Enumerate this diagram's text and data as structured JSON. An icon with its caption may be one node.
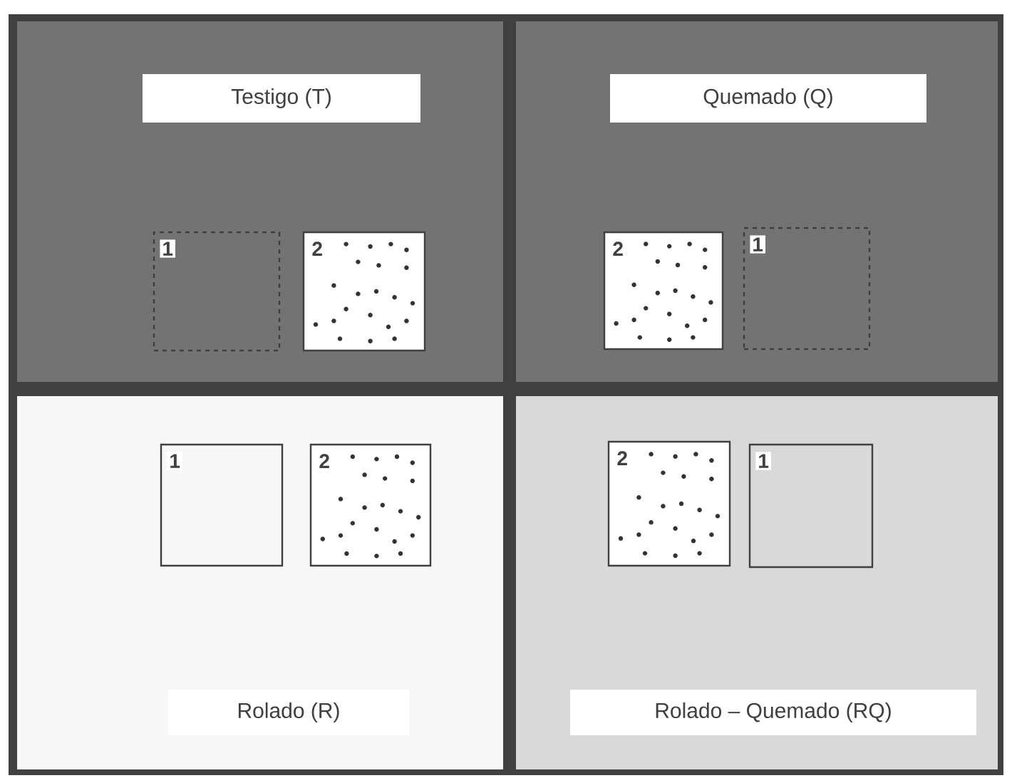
{
  "diagram": {
    "nodes": [
      {
        "text": [
          "Testigo (T)"
        ]
      },
      {
        "text": [
          "1"
        ],
        "in": 0
      },
      {
        "text": [
          "2"
        ],
        "in": 0
      },
      {
        "text": [
          "Quemado (Q)"
        ]
      },
      {
        "text": [
          "2"
        ],
        "in": 3
      },
      {
        "text": [
          "1"
        ],
        "in": 3
      },
      {
        "text": [
          "Rolado (R)"
        ]
      },
      {
        "text": [
          "1"
        ],
        "in": 6
      },
      {
        "text": [
          "2"
        ],
        "in": 6
      },
      {
        "text": [
          "Rolado – Quemado (RQ)"
        ]
      },
      {
        "text": [
          "2"
        ],
        "in": 9
      },
      {
        "text": [
          "1"
        ],
        "in": 9
      }
    ]
  }
}
